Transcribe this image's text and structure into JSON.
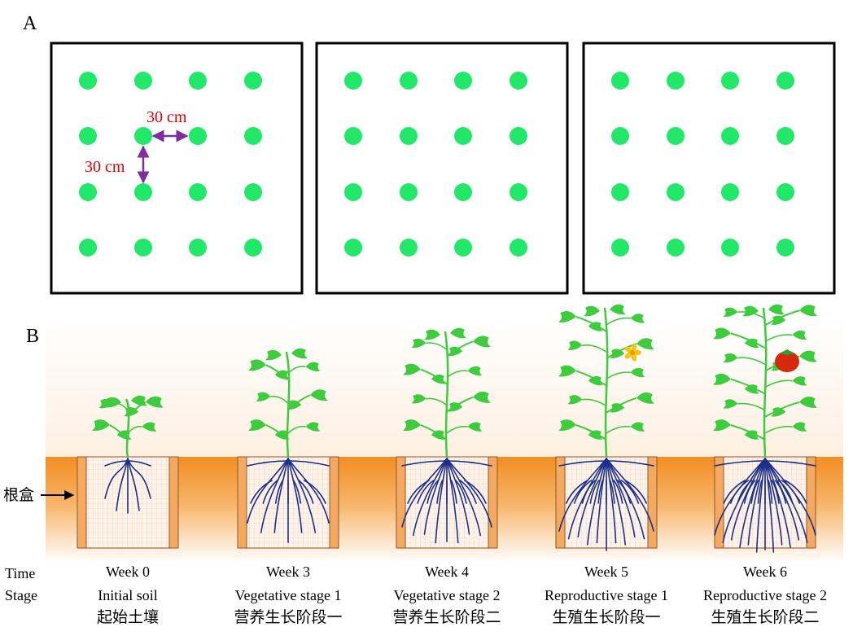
{
  "panel_a": {
    "label": "A",
    "spacing_h": "30 cm",
    "spacing_v": "30 cm",
    "plot_count": 3,
    "grid": {
      "rows": 4,
      "cols": 4
    },
    "colors": {
      "dot": "#22e86a",
      "arrow": "#7b2fa0",
      "annotation": "#e00000",
      "border": "#000000"
    }
  },
  "panel_b": {
    "label": "B",
    "root_box_label": "根盒",
    "row_labels": {
      "time": "Time",
      "stage": "Stage"
    },
    "stages": [
      {
        "week": "Week 0",
        "stage_en": "Initial soil",
        "stage_cn": "起始土壤",
        "feature": "none"
      },
      {
        "week": "Week 3",
        "stage_en": "Vegetative stage 1",
        "stage_cn": "营养生长阶段一",
        "feature": "none"
      },
      {
        "week": "Week 4",
        "stage_en": "Vegetative stage 2",
        "stage_cn": "营养生长阶段二",
        "feature": "none"
      },
      {
        "week": "Week 5",
        "stage_en": "Reproductive stage 1",
        "stage_cn": "生殖生长阶段一",
        "feature": "flower"
      },
      {
        "week": "Week 6",
        "stage_en": "Reproductive stage 2",
        "stage_cn": "生殖生长阶段二",
        "feature": "tomato"
      }
    ],
    "colors": {
      "soil": "#f39a3a",
      "plant": "#3dcc3d",
      "roots": "#1c2f8c",
      "box_frame": "#f4a860",
      "tomato": "#d4280f",
      "flower": "#f5c518"
    }
  }
}
